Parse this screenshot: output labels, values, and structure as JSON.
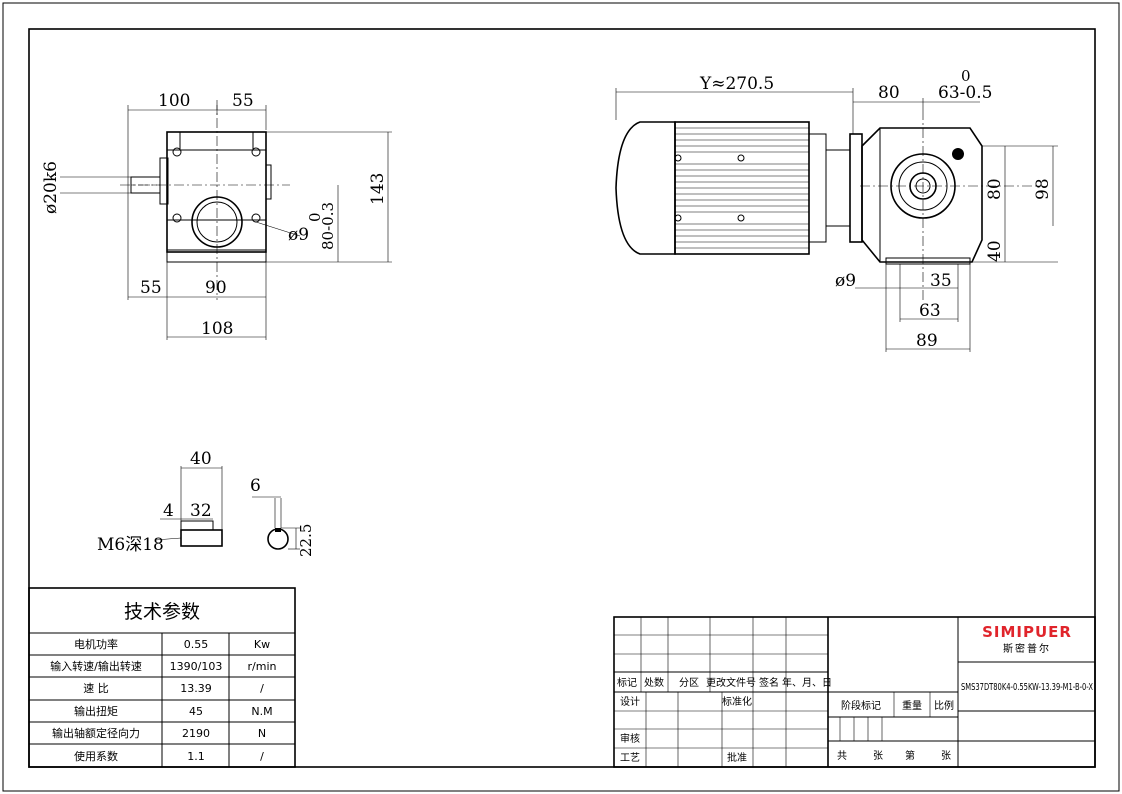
{
  "front_view": {
    "dims": {
      "top_left": "100",
      "top_right": "55",
      "height": "143",
      "shaft": "ø20k6",
      "hole": "ø9",
      "hole_tol": "0",
      "offset": "80-0.3",
      "bottom_left": "55",
      "bottom_mid": "90",
      "bottom": "108"
    }
  },
  "side_view": {
    "dims": {
      "length": "Y≈270.5",
      "flange": "80",
      "shaft_pos": "63-0.5",
      "shaft_tol": "0",
      "height_a": "80",
      "height_b": "98",
      "base_h": "40",
      "hole": "ø9",
      "w35": "35",
      "w63": "63",
      "w89": "89"
    }
  },
  "detail": {
    "d40": "40",
    "d4": "4",
    "d32": "32",
    "thread": "M6深18",
    "d6": "6",
    "d225": "22.5"
  },
  "tech_table": {
    "title": "技术参数",
    "rows": [
      {
        "name": "电机功率",
        "value": "0.55",
        "unit": "Kw"
      },
      {
        "name": "输入转速/输出转速",
        "value": "1390/103",
        "unit": "r/min"
      },
      {
        "name": "速  比",
        "value": "13.39",
        "unit": "/"
      },
      {
        "name": "输出扭矩",
        "value": "45",
        "unit": "N.M"
      },
      {
        "name": "输出轴额定径向力",
        "value": "2190",
        "unit": "N"
      },
      {
        "name": "使用系数",
        "value": "1.1",
        "unit": "/"
      }
    ]
  },
  "title_block": {
    "headers": [
      "标记",
      "处数",
      "分区",
      "更改文件号",
      "签名",
      "年、月、日"
    ],
    "design": "设计",
    "standard": "标准化",
    "review": "审核",
    "process": "工艺",
    "approve": "批准",
    "stage": "阶段标记",
    "weight": "重量",
    "scale": "比例",
    "total": "共",
    "sheets": "张",
    "page": "第",
    "sheet2": "张",
    "model": "SMS37DT80K4-0.55KW-13.39-M1-B-0-X",
    "logo": "SIMIPUER",
    "logo_cn": "斯密普尔",
    "logo_color": "#e0242b"
  }
}
